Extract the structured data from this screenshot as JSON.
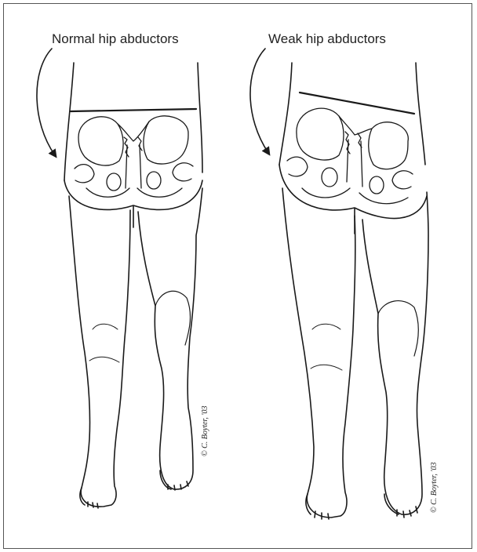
{
  "panels": [
    {
      "id": "normal",
      "label": "Normal hip abductors",
      "credit": "© C. Boyter, '03"
    },
    {
      "id": "weak",
      "label": "Weak hip abductors",
      "credit": "© C. Boyter, '03"
    }
  ],
  "colors": {
    "line": "#1a1a1a",
    "frame": "#555555",
    "background": "#ffffff"
  }
}
